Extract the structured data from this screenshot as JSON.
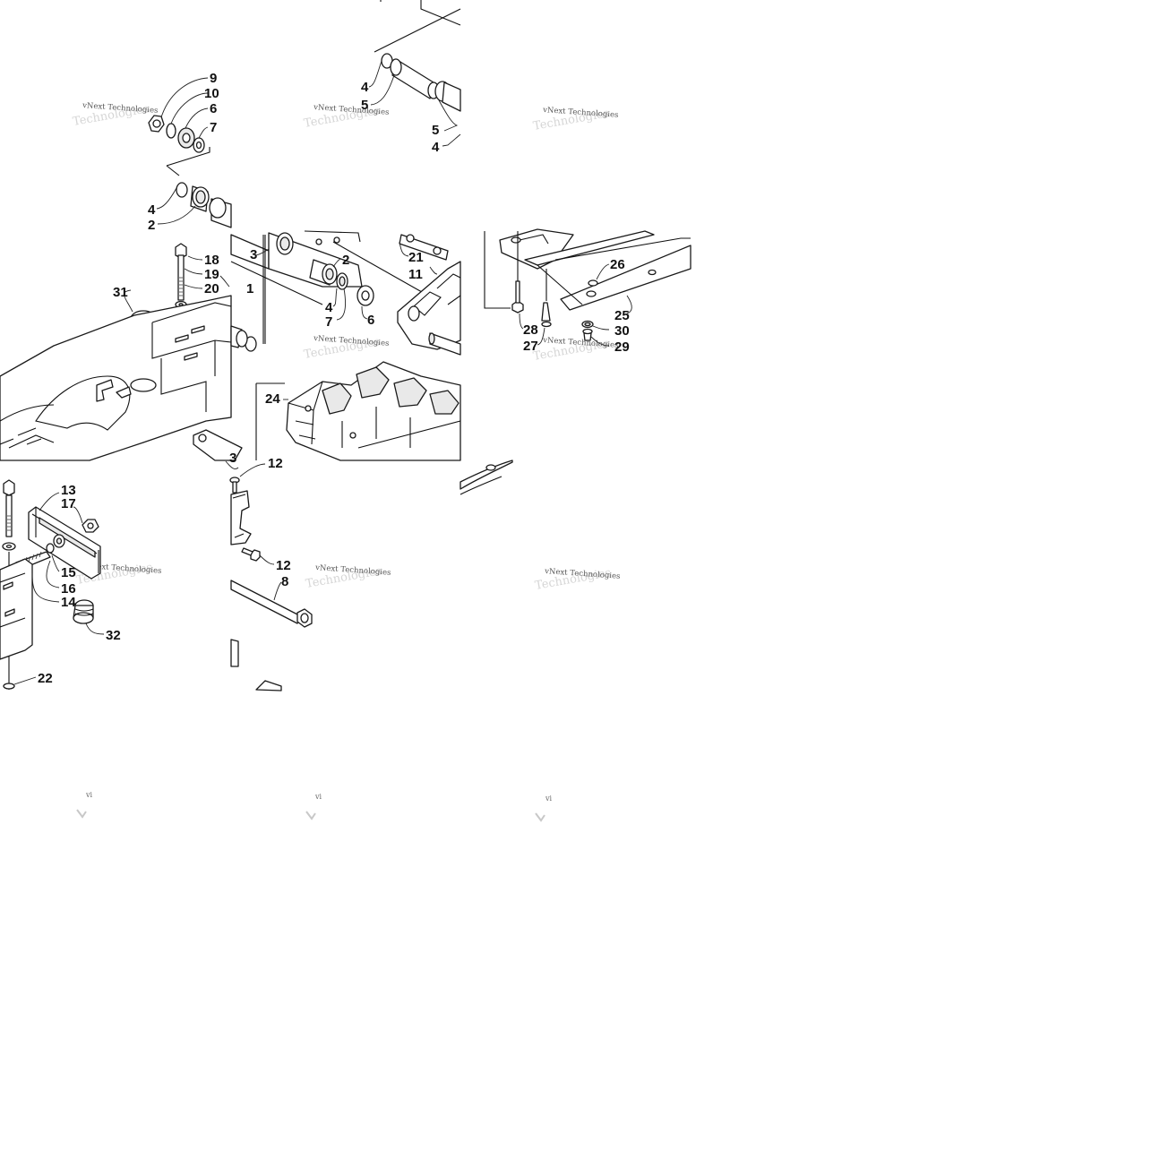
{
  "watermark": {
    "line1": "vNext Technologies",
    "line2": "Technologies",
    "fragment": "vi"
  },
  "callouts": [
    "9",
    "10",
    "6",
    "7",
    "4",
    "2",
    "4",
    "5",
    "5",
    "4",
    "18",
    "19",
    "20",
    "1",
    "31",
    "3",
    "2",
    "4",
    "7",
    "6",
    "21",
    "11",
    "26",
    "25",
    "28",
    "27",
    "30",
    "29",
    "24",
    "3",
    "12",
    "13",
    "17",
    "15",
    "16",
    "14",
    "32",
    "22",
    "12",
    "8"
  ]
}
